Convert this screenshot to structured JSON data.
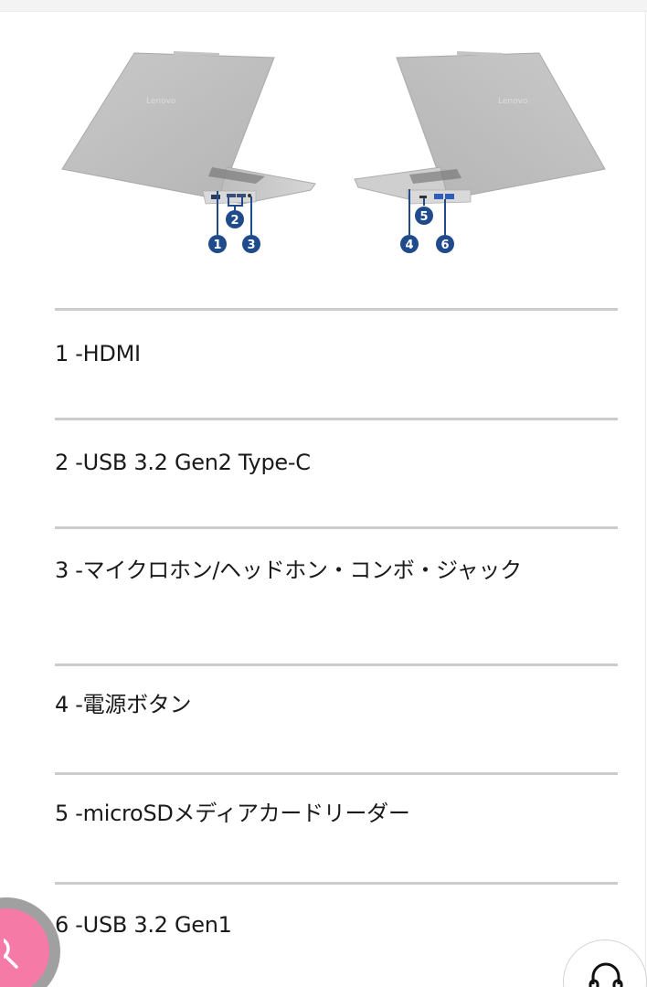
{
  "figure": {
    "description": "Laptop left and right side port diagram",
    "left_view_callouts": [
      "1",
      "2",
      "3"
    ],
    "right_view_callouts": [
      "4",
      "5",
      "6"
    ],
    "callout_color": "#1f4a8c",
    "brand_mark": "Lenovo"
  },
  "ports": [
    {
      "num": "1 - ",
      "name": "HDMI"
    },
    {
      "num": "2 - ",
      "name": "USB 3.2 Gen2 Type-C"
    },
    {
      "num": "3 - ",
      "name": "マイクロホン/ヘッドホン・コンボ・ジャック"
    },
    {
      "num": "4 - ",
      "name": "電源ボタン"
    },
    {
      "num": "5 - ",
      "name": "microSDメディアカードリーダー"
    },
    {
      "num": "6 - ",
      "name": "USB 3.2 Gen1"
    }
  ],
  "floating": {
    "search_icon": "search-icon",
    "search_color": "#f57aa6",
    "support_icon": "headset-icon"
  }
}
